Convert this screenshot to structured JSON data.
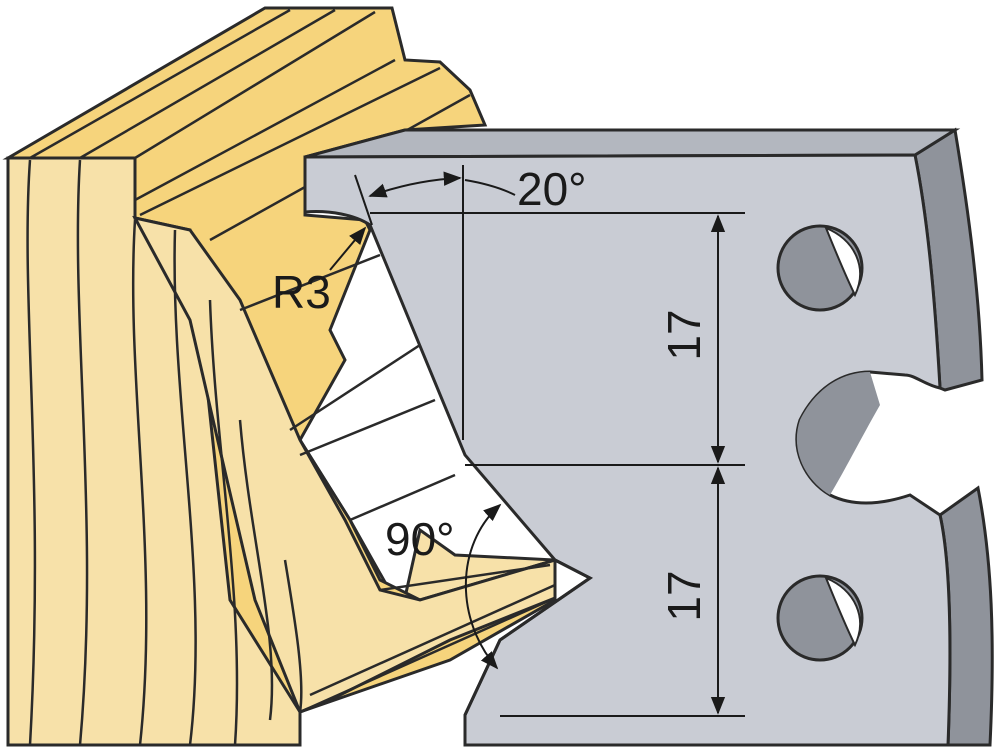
{
  "annotations": {
    "angle_top": "20°",
    "radius": "R3",
    "angle_bottom": "90°",
    "dim_upper": "17",
    "dim_lower": "17"
  },
  "colors": {
    "wood_face": "#f7e1a9",
    "wood_top": "#f6d47c",
    "wood_grain": "#3a3a3a",
    "blade_face": "#c9ccd4",
    "blade_side": "#8f939b",
    "hole": "#8f939b",
    "outline": "#2a2a2a",
    "dim_line": "#1a1a1a"
  }
}
